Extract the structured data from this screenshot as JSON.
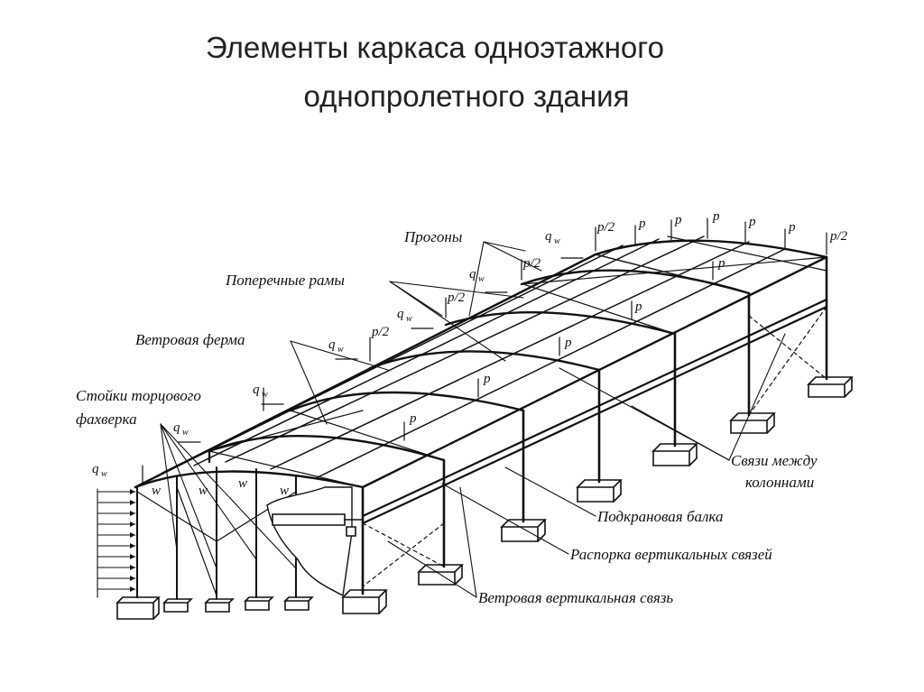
{
  "title": {
    "line1": "Элементы каркаса одноэтажного",
    "line2": "однопролетного здания"
  },
  "labels": {
    "purlins": "Прогоны",
    "transverse_frames": "Поперечные рамы",
    "wind_truss": "Ветровая ферма",
    "end_posts_line1": "Стойки торцового",
    "end_posts_line2": "фахверка",
    "column_bracing_line1": "Связи между",
    "column_bracing_line2": "колоннами",
    "crane_beam": "Подкрановая балка",
    "bracing_strut": "Распорка вертикальных связей",
    "wind_vertical_brace": "Ветровая вертикальная связь"
  },
  "loads": {
    "p": "p",
    "p_half": "p/2",
    "p_half_num": "p",
    "p_half_den": "2",
    "qw": "q",
    "qw_sub": "w",
    "w": "w"
  }
}
